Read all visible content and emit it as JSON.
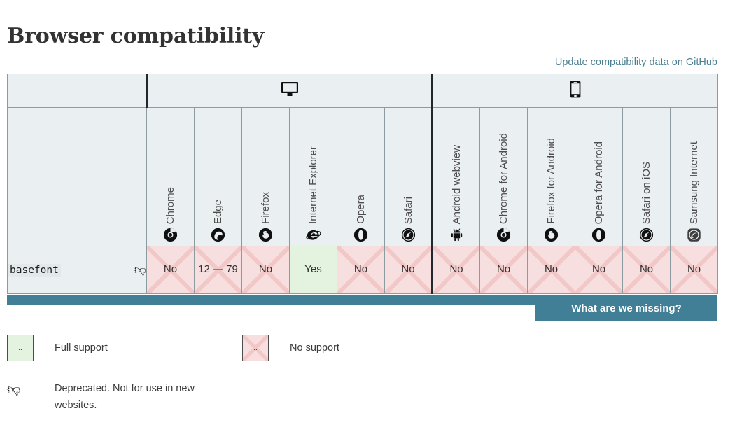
{
  "page": {
    "title": "Browser compatibility",
    "github_link": "Update compatibility data on GitHub"
  },
  "table": {
    "platforms": [
      {
        "name": "desktop",
        "icon": "desktop-icon",
        "colspan": 6
      },
      {
        "name": "mobile",
        "icon": "mobile-icon",
        "colspan": 6
      }
    ],
    "browsers": [
      {
        "label": "Chrome",
        "logo": "chrome-logo",
        "platform": "desktop"
      },
      {
        "label": "Edge",
        "logo": "edge-logo",
        "platform": "desktop"
      },
      {
        "label": "Firefox",
        "logo": "firefox-logo",
        "platform": "desktop"
      },
      {
        "label": "Internet Explorer",
        "logo": "internet-explorer-logo",
        "platform": "desktop"
      },
      {
        "label": "Opera",
        "logo": "opera-logo",
        "platform": "desktop"
      },
      {
        "label": "Safari",
        "logo": "safari-logo",
        "platform": "desktop"
      },
      {
        "label": "Android webview",
        "logo": "android-logo",
        "platform": "mobile"
      },
      {
        "label": "Chrome for Android",
        "logo": "chrome-logo",
        "platform": "mobile"
      },
      {
        "label": "Firefox for Android",
        "logo": "firefox-logo",
        "platform": "mobile"
      },
      {
        "label": "Opera for Android",
        "logo": "opera-logo",
        "platform": "mobile"
      },
      {
        "label": "Safari on iOS",
        "logo": "safari-logo",
        "platform": "mobile"
      },
      {
        "label": "Samsung Internet",
        "logo": "samsung-internet-logo",
        "platform": "mobile"
      }
    ],
    "rows": [
      {
        "feature": "basefont",
        "deprecated": true,
        "deprecated_icon": "thumbs-down-icon",
        "cells": [
          {
            "value": "No",
            "support": "no"
          },
          {
            "value": "12 — 79",
            "support": "no"
          },
          {
            "value": "No",
            "support": "no"
          },
          {
            "value": "Yes",
            "support": "yes"
          },
          {
            "value": "No",
            "support": "no"
          },
          {
            "value": "No",
            "support": "no"
          },
          {
            "value": "No",
            "support": "no"
          },
          {
            "value": "No",
            "support": "no"
          },
          {
            "value": "No",
            "support": "no"
          },
          {
            "value": "No",
            "support": "no"
          },
          {
            "value": "No",
            "support": "no"
          },
          {
            "value": "No",
            "support": "no"
          }
        ]
      }
    ]
  },
  "footer": {
    "missing_button": "What are we missing?"
  },
  "legend": {
    "items": [
      {
        "kind": "swatch",
        "support": "yes",
        "label": "Full support"
      },
      {
        "kind": "swatch",
        "support": "no",
        "label": "No support"
      },
      {
        "kind": "icon",
        "icon": "thumbs-down-icon",
        "label": "Deprecated. Not for use in new websites."
      }
    ],
    "swatch_dots": ".."
  },
  "colors": {
    "header_bg": "#eaeff1",
    "no_support": "#f7dfdf",
    "no_support_x": "#f2c7c7",
    "full_support": "#e3f3e0",
    "accent_teal": "#407f95",
    "link": "#4a7f92",
    "border_dark": "#21272b"
  }
}
